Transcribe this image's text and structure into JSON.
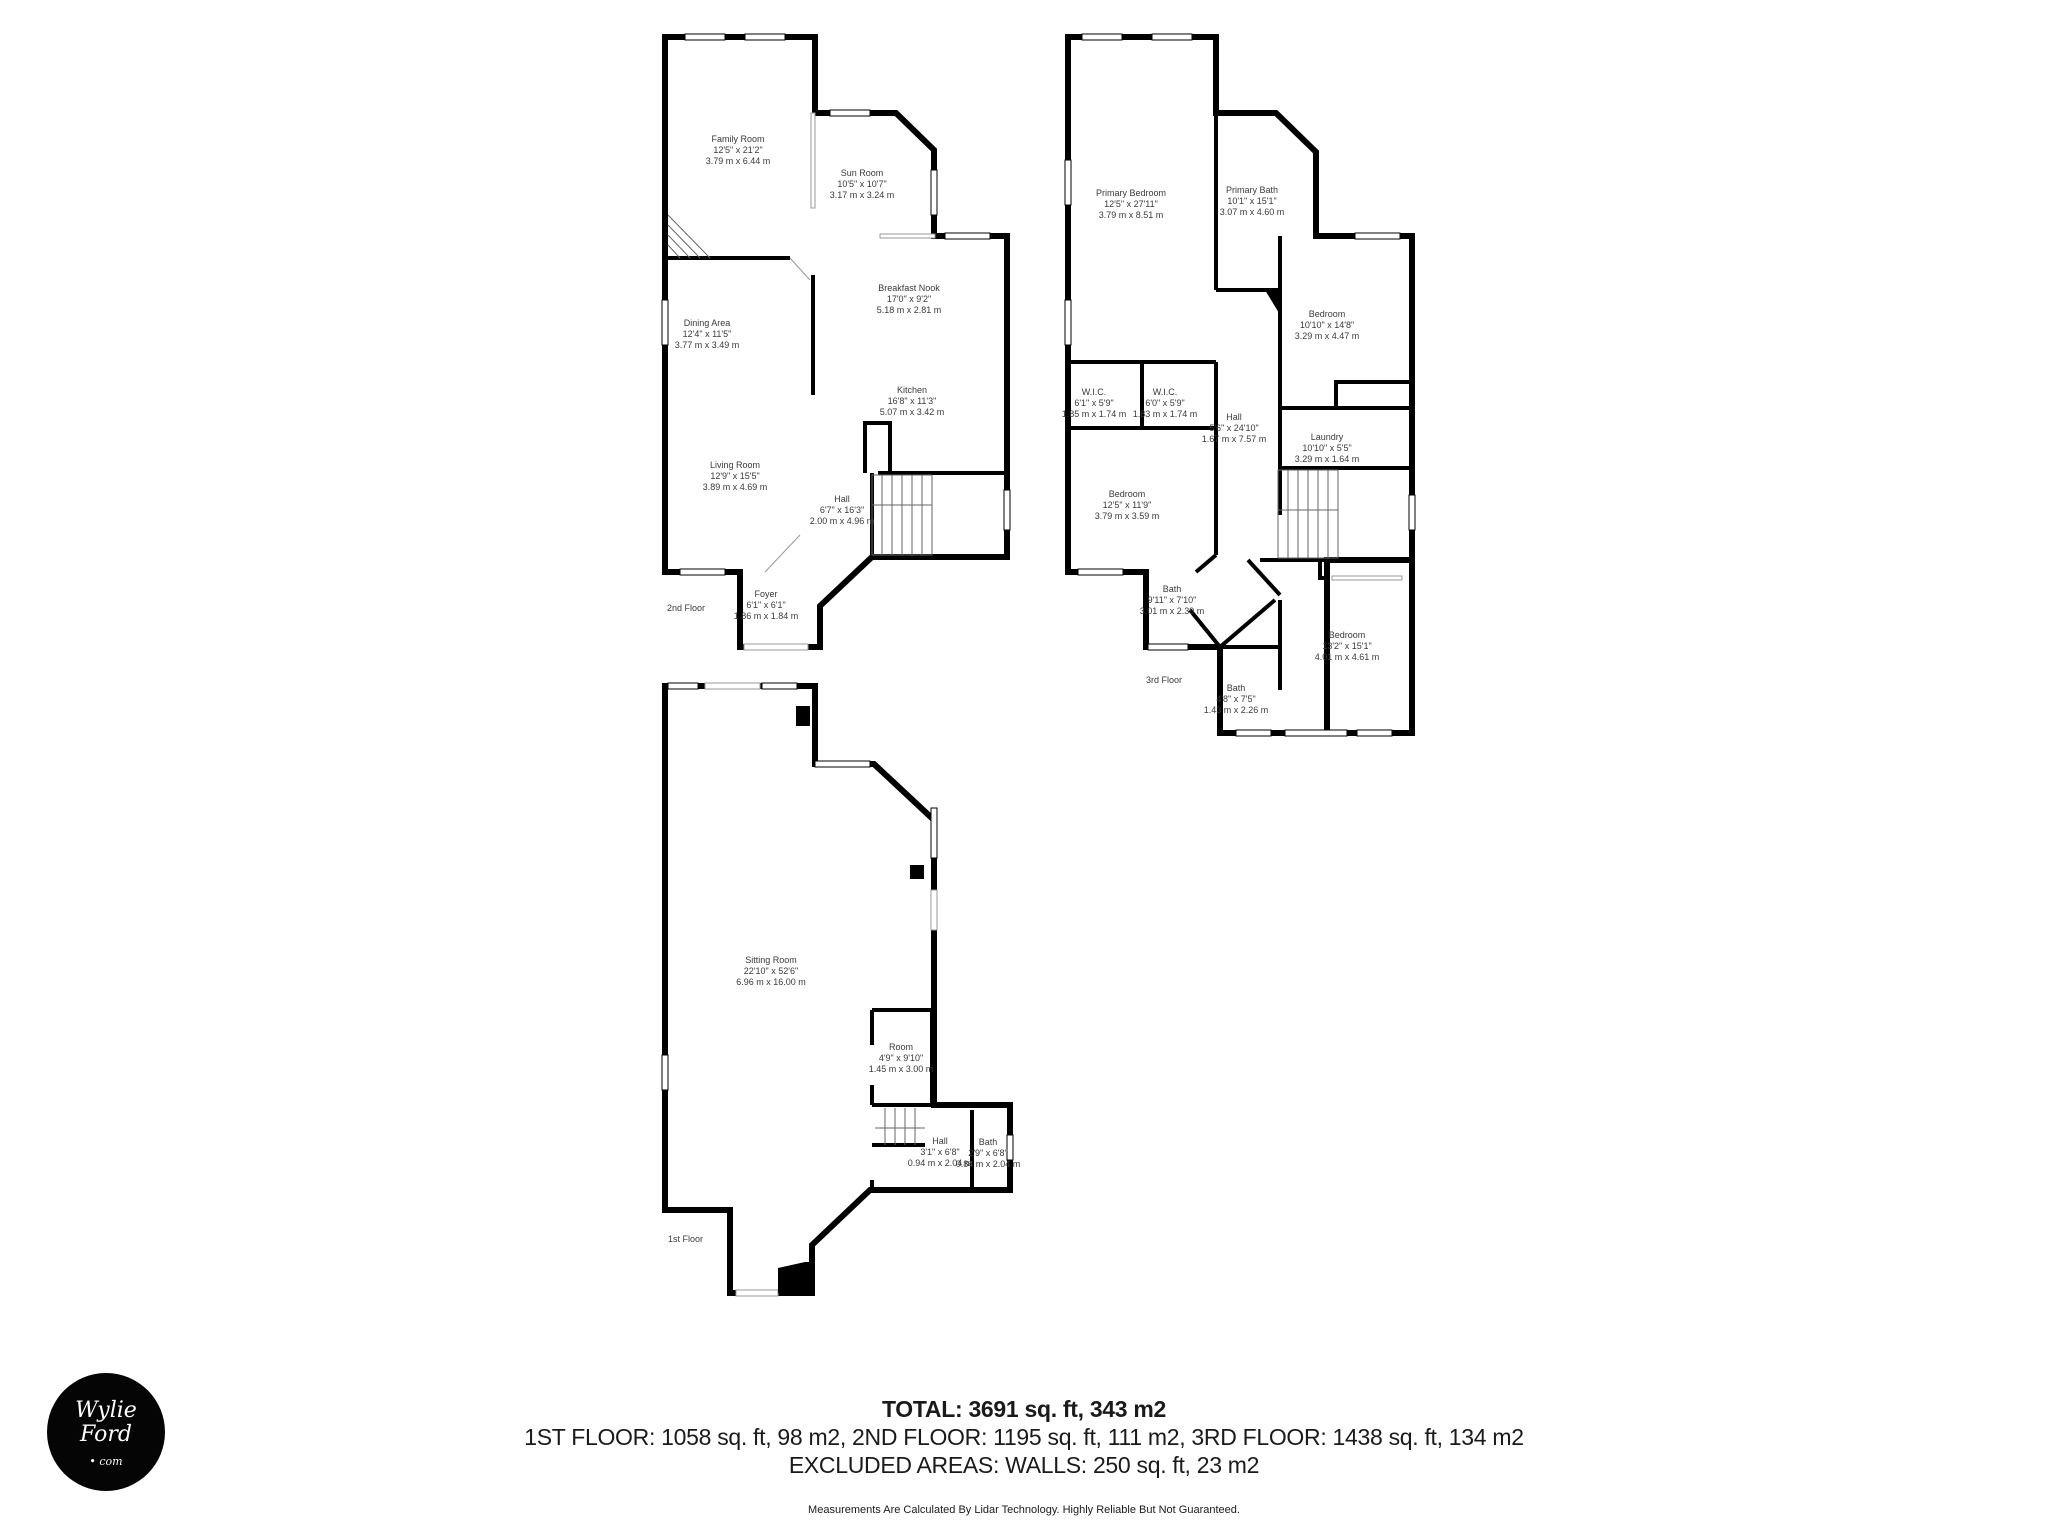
{
  "floors": [
    {
      "name": "2nd Floor",
      "rooms": [
        {
          "name": "Family Room",
          "imperial": "12'5\" x 21'2\"",
          "metric": "3.79 m x 6.44 m"
        },
        {
          "name": "Sun Room",
          "imperial": "10'5\" x 10'7\"",
          "metric": "3.17 m x 3.24 m"
        },
        {
          "name": "Breakfast Nook",
          "imperial": "17'0\" x 9'2\"",
          "metric": "5.18 m x 2.81 m"
        },
        {
          "name": "Dining Area",
          "imperial": "12'4\" x 11'5\"",
          "metric": "3.77 m x 3.49 m"
        },
        {
          "name": "Kitchen",
          "imperial": "16'8\" x 11'3\"",
          "metric": "5.07 m x 3.42 m"
        },
        {
          "name": "Living Room",
          "imperial": "12'9\" x 15'5\"",
          "metric": "3.89 m x 4.69 m"
        },
        {
          "name": "Hall",
          "imperial": "6'7\" x 16'3\"",
          "metric": "2.00 m x 4.96 m"
        },
        {
          "name": "Foyer",
          "imperial": "6'1\" x 6'1\"",
          "metric": "1.86 m x 1.84 m"
        }
      ]
    },
    {
      "name": "3rd Floor",
      "rooms": [
        {
          "name": "Primary Bedroom",
          "imperial": "12'5\" x 27'11\"",
          "metric": "3.79 m x 8.51 m"
        },
        {
          "name": "Primary Bath",
          "imperial": "10'1\" x 15'1\"",
          "metric": "3.07 m x 4.60 m"
        },
        {
          "name": "Bedroom",
          "imperial": "10'10\" x 14'8\"",
          "metric": "3.29 m x 4.47 m"
        },
        {
          "name": "W.I.C.",
          "imperial": "6'1\" x 5'9\"",
          "metric": "1.85 m x 1.74 m"
        },
        {
          "name": "W.I.C.",
          "imperial": "6'0\" x 5'9\"",
          "metric": "1.83 m x 1.74 m"
        },
        {
          "name": "Hall",
          "imperial": "5'6\" x 24'10\"",
          "metric": "1.67 m x 7.57 m"
        },
        {
          "name": "Laundry",
          "imperial": "10'10\" x 5'5\"",
          "metric": "3.29 m x 1.64 m"
        },
        {
          "name": "Bedroom",
          "imperial": "12'5\" x 11'9\"",
          "metric": "3.79 m x 3.59 m"
        },
        {
          "name": "Bath",
          "imperial": "9'11\" x 7'10\"",
          "metric": "3.01 m x 2.39 m"
        },
        {
          "name": "Bedroom",
          "imperial": "13'2\" x 15'1\"",
          "metric": "4.01 m x 4.61 m"
        },
        {
          "name": "Bath",
          "imperial": "4'8\" x 7'5\"",
          "metric": "1.43 m x 2.26 m"
        }
      ]
    },
    {
      "name": "1st Floor",
      "rooms": [
        {
          "name": "Sitting Room",
          "imperial": "22'10\" x 52'6\"",
          "metric": "6.96 m x 16.00 m"
        },
        {
          "name": "Room",
          "imperial": "4'9\" x 9'10\"",
          "metric": "1.45 m x 3.00 m"
        },
        {
          "name": "Hall",
          "imperial": "3'1\" x 6'8\"",
          "metric": "0.94 m x 2.04 m"
        },
        {
          "name": "Bath",
          "imperial": "2'9\" x 6'8\"",
          "metric": "0.84 m x 2.04 m"
        }
      ]
    }
  ],
  "summary": {
    "total": "TOTAL: 3691 sq. ft, 343 m2",
    "floors": "1ST FLOOR: 1058 sq. ft, 98 m2, 2ND FLOOR: 1195 sq. ft, 111 m2, 3RD FLOOR: 1438 sq. ft, 134 m2",
    "excluded": "EXCLUDED AREAS: WALLS: 250 sq. ft, 23 m2",
    "disclaimer": "Measurements Are Calculated By Lidar Technology. Highly Reliable But Not Guaranteed."
  },
  "logo": {
    "line1": "Wylie",
    "line2": "Ford",
    "line3": "• com"
  },
  "colors": {
    "wall": "#000000",
    "window": "#ffffff",
    "text": "#333333",
    "background": "#ffffff"
  }
}
